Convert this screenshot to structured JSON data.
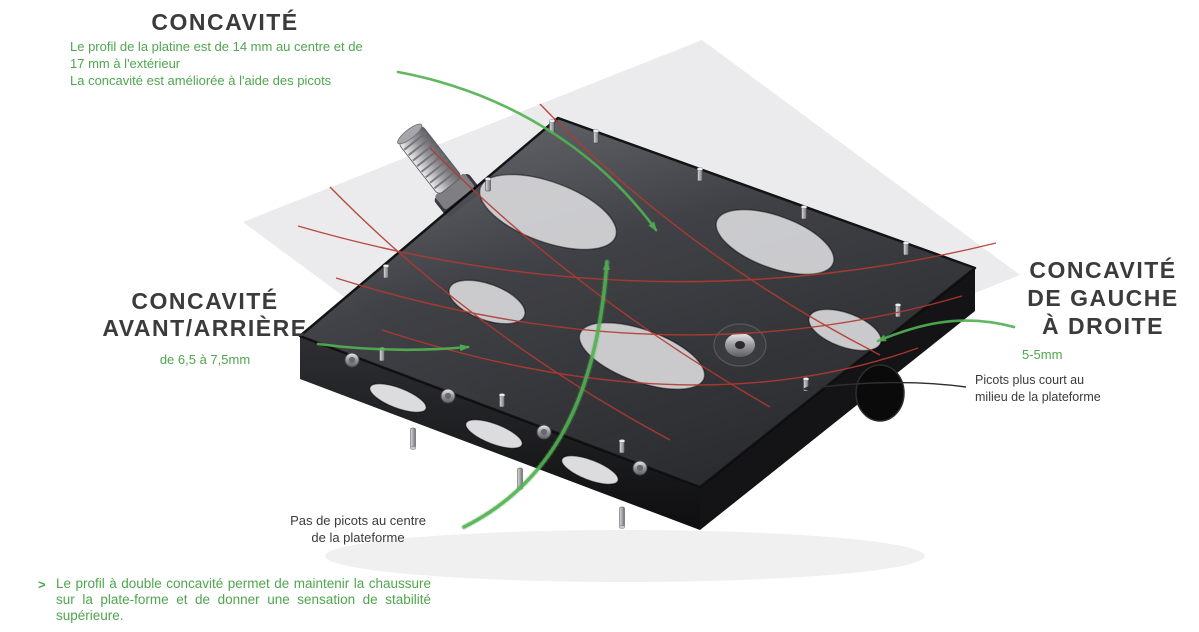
{
  "colors": {
    "heading_text": "#3b3b3b",
    "green_text": "#4fa64f",
    "green_arrow": "#52b152",
    "red_profile_line": "#b23a30",
    "dark_text": "#3a3a3a",
    "pedal_body": "#26272b",
    "plane": "#e7e7e9"
  },
  "callout_concavite": {
    "title": "CONCAVITÉ",
    "desc_line1": "Le profil de la platine est de 14 mm au centre et de",
    "desc_line2": "17 mm à l'extérieur",
    "desc_line3": "La concavité est améliorée à l'aide des picots"
  },
  "callout_avant_arriere": {
    "title_line1": "CONCAVITÉ",
    "title_line2": "AVANT/ARRIÈRE",
    "value": "de 6,5 à  7,5mm"
  },
  "callout_gauche_droite": {
    "title_line1": "CONCAVITÉ",
    "title_line2": "DE GAUCHE",
    "title_line3": "À DROITE",
    "value": "5-5mm"
  },
  "callout_picots_courts": {
    "line1": "Picots plus court au",
    "line2": "milieu de la plateforme"
  },
  "callout_pas_picots": {
    "line1": "Pas de picots au centre",
    "line2": "de la plateforme"
  },
  "footer_note": {
    "bullet": ">",
    "text": "Le profil à double concavité permet de maintenir la chaussure sur la plate-forme et de donner une sensation de stabilité supérieure."
  }
}
